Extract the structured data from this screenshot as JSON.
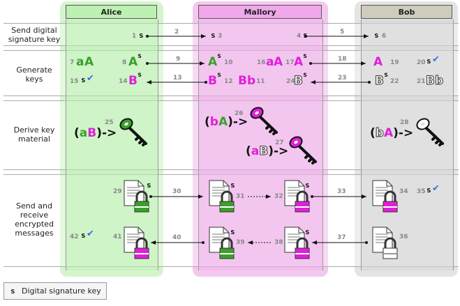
{
  "lanes": {
    "alice": "Alice",
    "mallory": "Mallory",
    "bob": "Bob"
  },
  "rows": {
    "send_sig": "Send digital\nsignature key",
    "gen_keys": "Generate\nkeys",
    "derive": "Derive key\nmaterial",
    "send_recv": "Send and\nreceive\nencrypted\nmessages"
  },
  "sig_symbol": "s",
  "legend": {
    "symbol": "s",
    "label": "Digital signature key"
  },
  "steps": [
    "1",
    "2",
    "3",
    "4",
    "5",
    "6",
    "7",
    "8",
    "9",
    "10",
    "11",
    "12",
    "13",
    "14",
    "15",
    "16",
    "17",
    "18",
    "19",
    "20",
    "21",
    "22",
    "23",
    "24",
    "25",
    "26",
    "27",
    "28",
    "29",
    "30",
    "31",
    "32",
    "33",
    "34",
    "35",
    "36",
    "37",
    "38",
    "39",
    "40",
    "41",
    "42"
  ],
  "keys": {
    "a_lower": "a",
    "a_upper": "A",
    "b_lower": "b",
    "b_upper": "B"
  },
  "derive_text": {
    "alice": {
      "open": "(",
      "first": "a",
      "second": "B",
      "close": ")->"
    },
    "mallory1": {
      "open": "(",
      "first": "b",
      "second": "A",
      "close": ")->"
    },
    "mallory2": {
      "open": "(",
      "first": "a",
      "second": "B",
      "close": ")->"
    },
    "bob": {
      "open": "(",
      "first": "b",
      "second": "A",
      "close": ")->"
    }
  },
  "colors": {
    "alice": "#3aa02a",
    "mallory": "#e020d8",
    "bob_white": "#ffffff"
  }
}
